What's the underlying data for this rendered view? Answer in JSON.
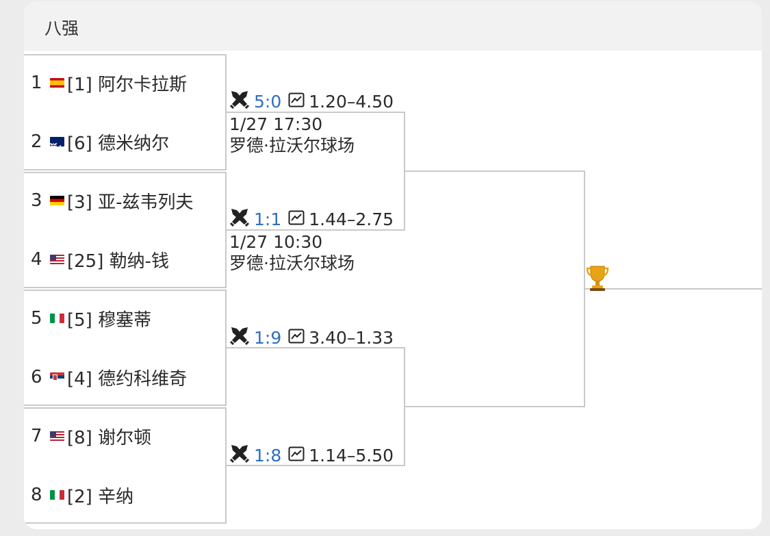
{
  "header": {
    "title": "八强"
  },
  "players": [
    {
      "num": "1",
      "seed_name": "[1] 阿尔卡拉斯",
      "flag": "spain-flag-icon"
    },
    {
      "num": "2",
      "seed_name": "[6] 德米纳尔",
      "flag": "australia-flag-icon"
    },
    {
      "num": "3",
      "seed_name": "[3] 亚-兹韦列夫",
      "flag": "germany-flag-icon"
    },
    {
      "num": "4",
      "seed_name": "[25] 勒纳-钱",
      "flag": "usa-flag-icon"
    },
    {
      "num": "5",
      "seed_name": "[5] 穆塞蒂",
      "flag": "italy-flag-icon"
    },
    {
      "num": "6",
      "seed_name": "[4] 德约科维奇",
      "flag": "serbia-flag-icon"
    },
    {
      "num": "7",
      "seed_name": "[8] 谢尔顿",
      "flag": "usa-flag-icon"
    },
    {
      "num": "8",
      "seed_name": "[2] 辛纳",
      "flag": "italy-flag-icon"
    }
  ],
  "matches": [
    {
      "score": "5:0",
      "odds": "1.20–4.50",
      "time": "1/27 17:30",
      "venue": "罗德·拉沃尔球场"
    },
    {
      "score": "1:1",
      "odds": "1.44–2.75",
      "time": "1/27 10:30",
      "venue": "罗德·拉沃尔球场"
    },
    {
      "score": "1:9",
      "odds": "3.40–1.33"
    },
    {
      "score": "1:8",
      "odds": "1.14–5.50"
    }
  ],
  "icons": {
    "h2h": "crossed-swords-icon",
    "odds": "line-chart-icon",
    "champion": "trophy-icon"
  },
  "colors": {
    "score": "#2f6fc1",
    "line": "#c9c9c9",
    "header_bg": "#f2f2f2"
  }
}
